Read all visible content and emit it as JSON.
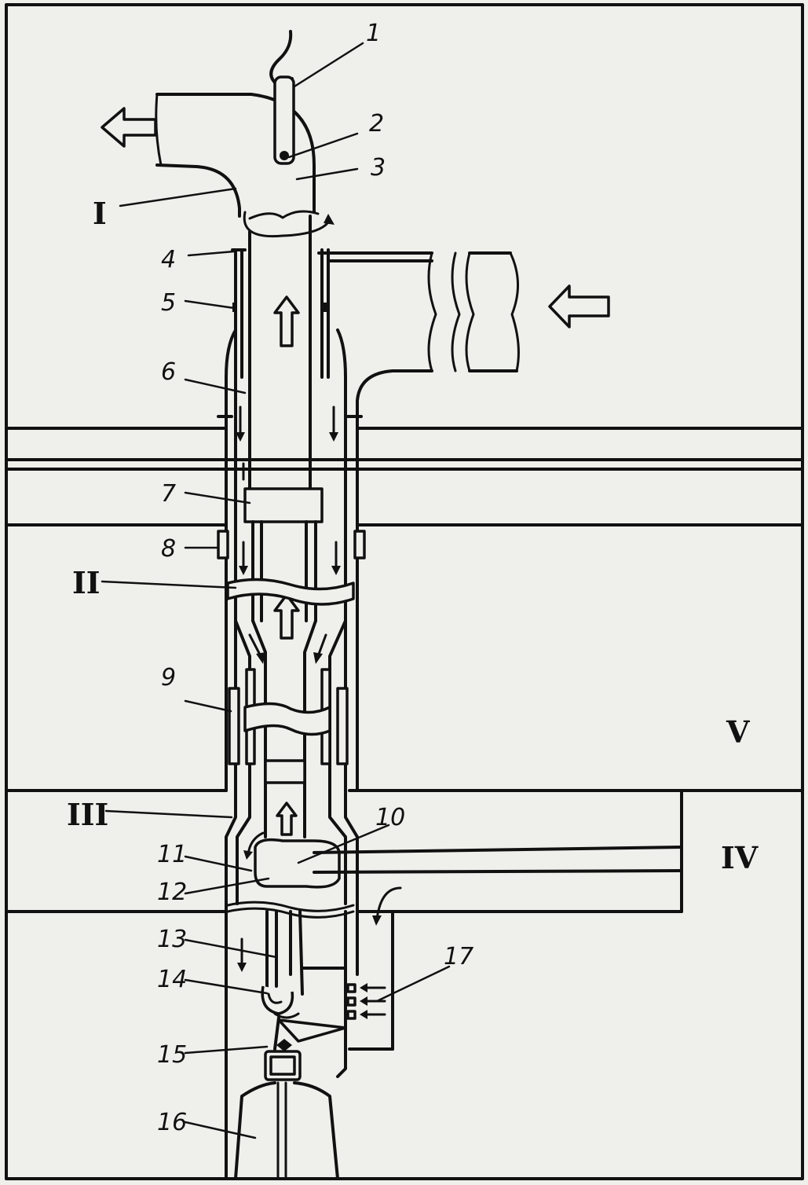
{
  "labels": {
    "n1": "1",
    "n2": "2",
    "n3": "3",
    "n4": "4",
    "n5": "5",
    "n6": "6",
    "n7": "7",
    "n8": "8",
    "n9": "9",
    "n10": "10",
    "n11": "11",
    "n12": "12",
    "n13": "13",
    "n14": "14",
    "n15": "15",
    "n16": "16",
    "n17": "17"
  },
  "sections": {
    "r1": "I",
    "r2": "II",
    "r3": "III",
    "r4": "IV",
    "r5": "V"
  },
  "colors": {
    "ink": "#111111",
    "paper": "#efefec"
  }
}
